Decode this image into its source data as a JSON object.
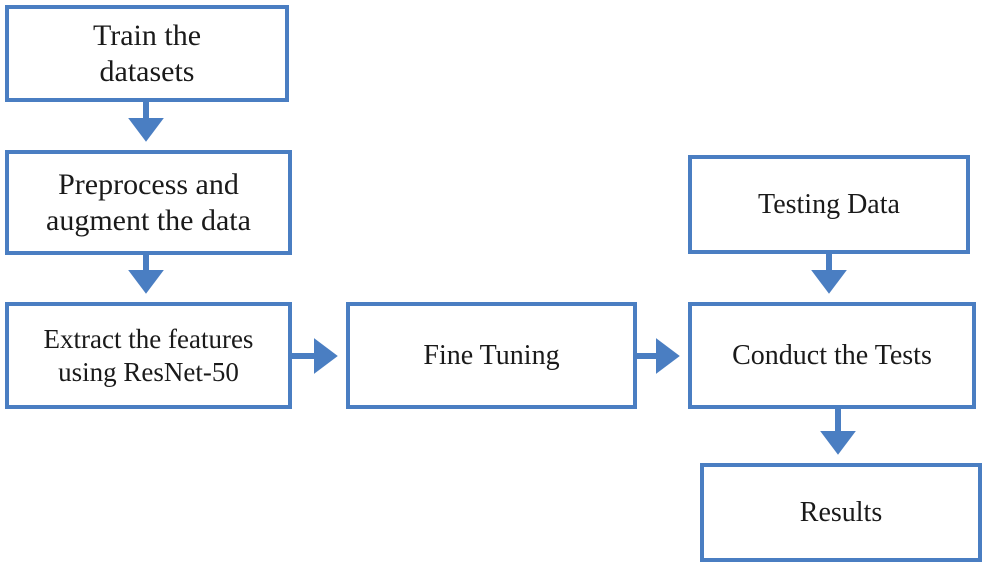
{
  "diagram": {
    "accent_color": "#4a7ec2",
    "nodes": {
      "train": "Train the\ndatasets",
      "preprocess": "Preprocess and\naugment the data",
      "extract": "Extract the features\nusing ResNet-50",
      "fine_tuning": "Fine Tuning",
      "testing_data": "Testing Data",
      "conduct_tests": "Conduct the Tests",
      "results": "Results"
    },
    "edges": [
      {
        "from": "train",
        "to": "preprocess"
      },
      {
        "from": "preprocess",
        "to": "extract"
      },
      {
        "from": "extract",
        "to": "fine_tuning"
      },
      {
        "from": "fine_tuning",
        "to": "conduct_tests"
      },
      {
        "from": "testing_data",
        "to": "conduct_tests"
      },
      {
        "from": "conduct_tests",
        "to": "results"
      }
    ]
  }
}
